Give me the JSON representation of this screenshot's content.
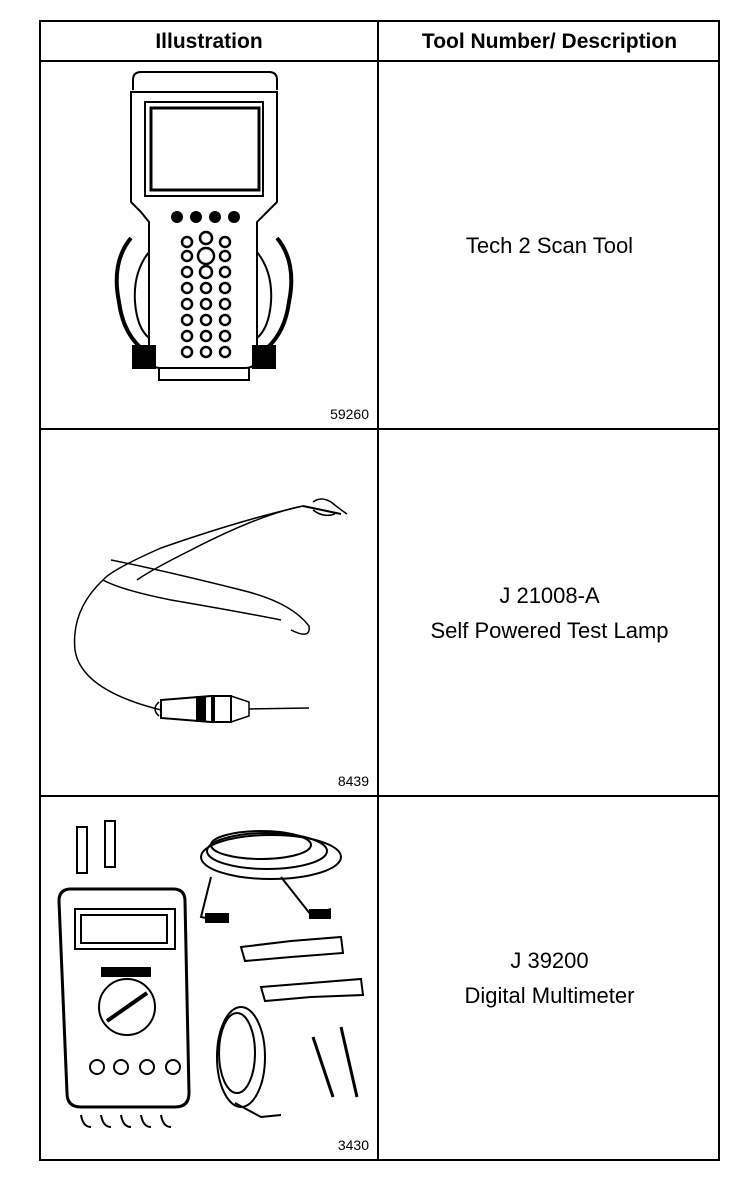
{
  "header": {
    "col_illustration": "Illustration",
    "col_description": "Tool Number/ Description"
  },
  "rows": [
    {
      "figure_number": "59260",
      "tool_number": "",
      "description": "Tech 2 Scan Tool",
      "icon": "scan-tool-illustration"
    },
    {
      "figure_number": "8439",
      "tool_number": "J 21008-A",
      "description": "Self Powered Test Lamp",
      "icon": "test-lamp-illustration"
    },
    {
      "figure_number": "3430",
      "tool_number": "J 39200",
      "description": "Digital Multimeter",
      "icon": "multimeter-illustration"
    }
  ]
}
